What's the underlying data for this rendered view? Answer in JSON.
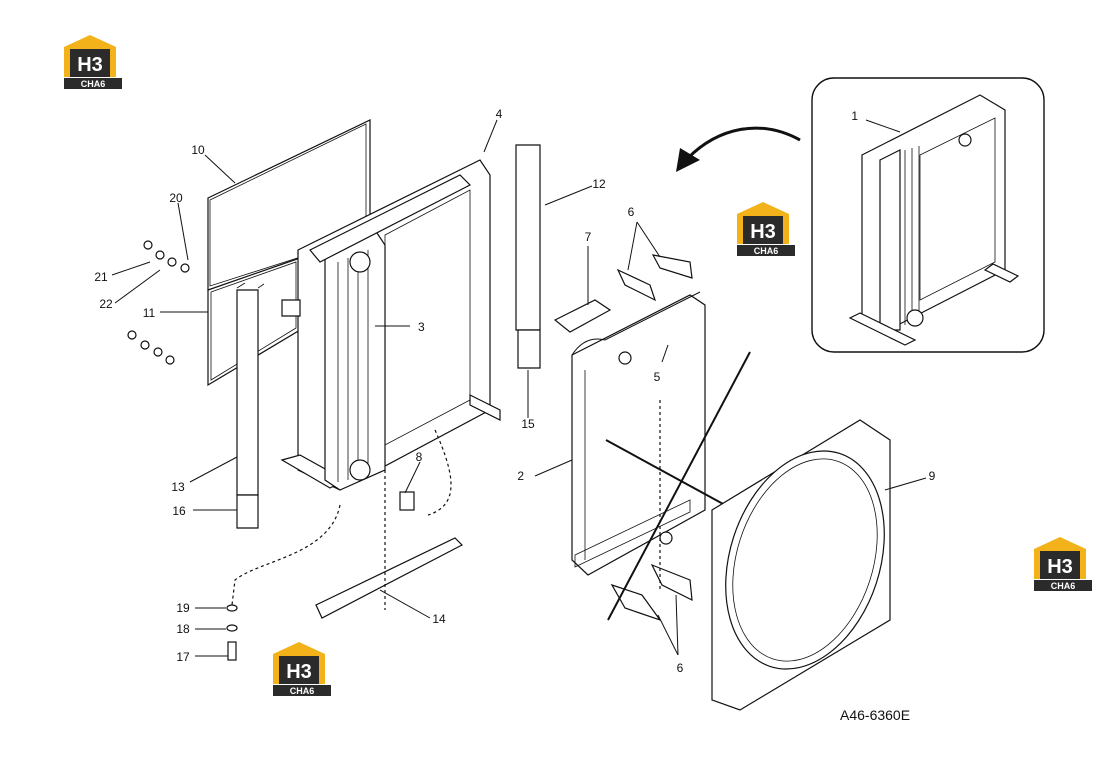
{
  "diagram": {
    "code": "A46-6360E",
    "labels": [
      "1",
      "2",
      "3",
      "4",
      "5",
      "6",
      "6",
      "7",
      "8",
      "9",
      "10",
      "11",
      "12",
      "13",
      "14",
      "15",
      "16",
      "17",
      "18",
      "19",
      "20",
      "21",
      "22"
    ]
  },
  "logo": {
    "mark": "H3",
    "word": "CHA6"
  },
  "colors": {
    "logo_yellow": "#f3b21a",
    "logo_dark": "#2b2b2b"
  }
}
